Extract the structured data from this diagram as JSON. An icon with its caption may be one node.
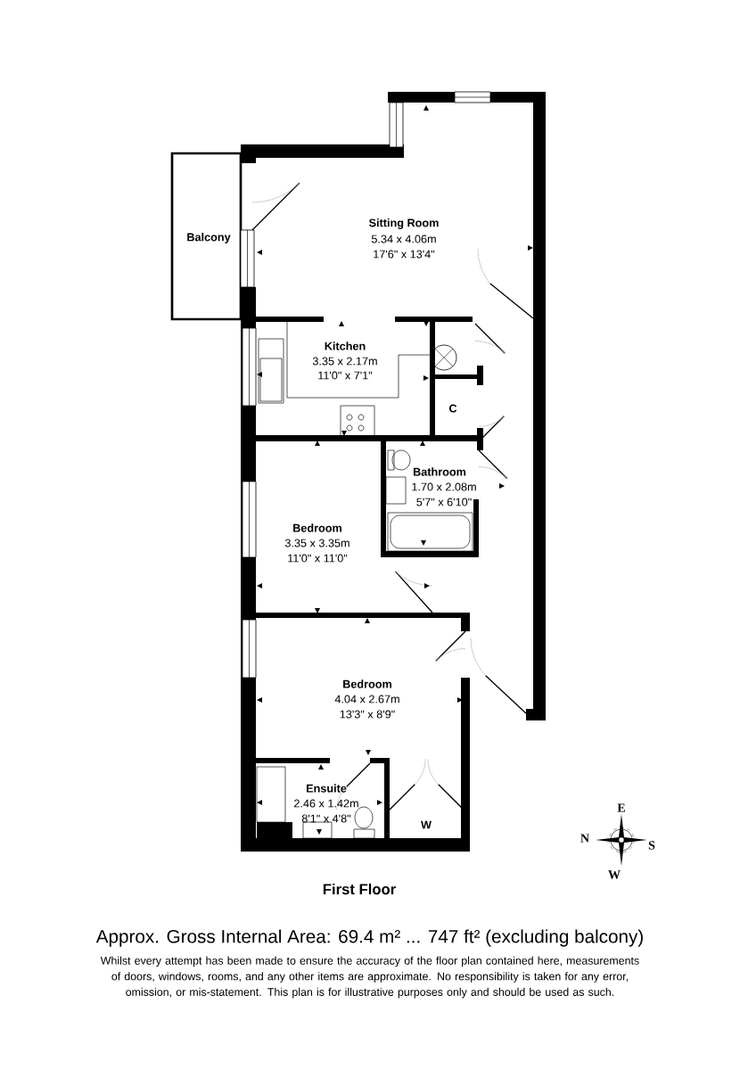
{
  "diagram": {
    "title": "First Floor",
    "labels": [
      "Sitting Room",
      "5.34 x 4.06m",
      "17'6\" x 13'4\"",
      "Balcony",
      "Kitchen",
      "3.35 x 2.17m",
      "11'0\" x 7'1\"",
      "C",
      "Bathroom",
      "1.70 x 2.08m",
      "5'7\" x 6'10\"",
      "Bedroom",
      "3.35 x 3.35m",
      "11'0\" x 11'0\"",
      "Bedroom",
      "4.04 x 2.67m",
      "13'3\" x 8'9\"",
      "Ensuite",
      "2.46 x 1.42m",
      "8'1\" x 4'8\"",
      "W",
      "E",
      "N",
      "S",
      "W",
      "Approx. Gross Internal Area: 69.4 m² ... 747 ft² (excluding balcony)",
      "Whilst every attempt has been made to ensure the accuracy of the floor plan contained here, measurements of doors, windows, rooms, and any other items are approximate. No responsibility is taken for any error, omission, or mis-statement. This plan is for illustrative purposes only and should be used as such."
    ]
  }
}
